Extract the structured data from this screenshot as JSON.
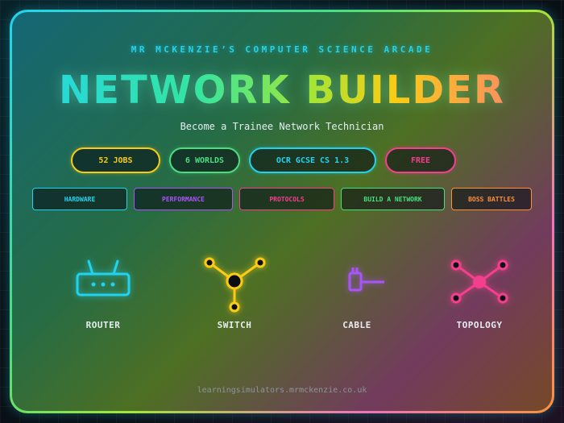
{
  "header": {
    "subtitle": "MR MCKENZIE’S COMPUTER SCIENCE ARCADE",
    "title": "NETWORK BUILDER",
    "tagline": "Become a Trainee Network Technician"
  },
  "badges": [
    {
      "label": "52 JOBS",
      "color": "#facc15"
    },
    {
      "label": "6 WORLDS",
      "color": "#4ade80"
    },
    {
      "label": "OCR GCSE CS 1.3",
      "color": "#22d3ee"
    },
    {
      "label": "FREE",
      "color": "#f43f8e"
    }
  ],
  "categories": [
    {
      "label": "HARDWARE",
      "color": "#22d3ee"
    },
    {
      "label": "PERFORMANCE",
      "color": "#a855f7"
    },
    {
      "label": "PROTOCOLS",
      "color": "#f43f8e"
    },
    {
      "label": "BUILD A NETWORK",
      "color": "#4ade80"
    },
    {
      "label": "BOSS BATTLES",
      "color": "#fb923c"
    }
  ],
  "features": [
    {
      "label": "ROUTER",
      "icon": "router-icon",
      "color": "#22d3ee"
    },
    {
      "label": "SWITCH",
      "icon": "switch-icon",
      "color": "#facc15"
    },
    {
      "label": "CABLE",
      "icon": "cable-icon",
      "color": "#a855f7"
    },
    {
      "label": "TOPOLOGY",
      "icon": "topology-icon",
      "color": "#f43f8e"
    }
  ],
  "footer": {
    "url": "learningsimulators.mrmckenzie.co.uk"
  }
}
